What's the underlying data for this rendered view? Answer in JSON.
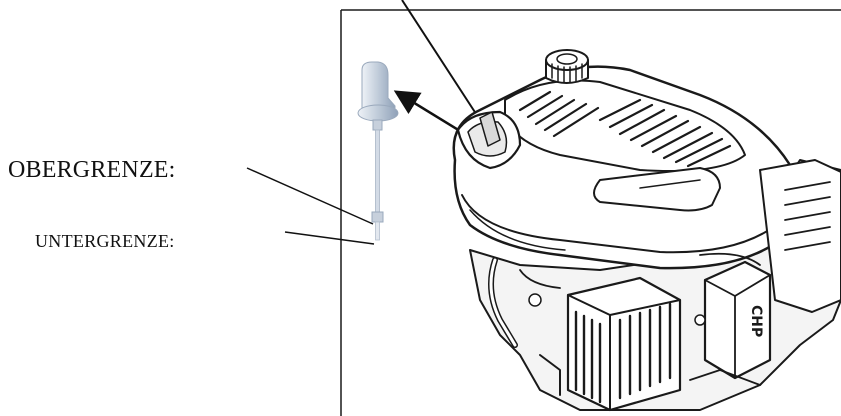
{
  "labels": {
    "upper_limit": "OBERGRENZE:",
    "lower_limit": "UNTERGRENZE:"
  },
  "illustration": {
    "subject": "lawn-mower engine with oil dipstick",
    "frame": "open rectangle framing the engine",
    "line_color": "#1a1a1a",
    "dipstick_color": "#a9b7c9"
  }
}
